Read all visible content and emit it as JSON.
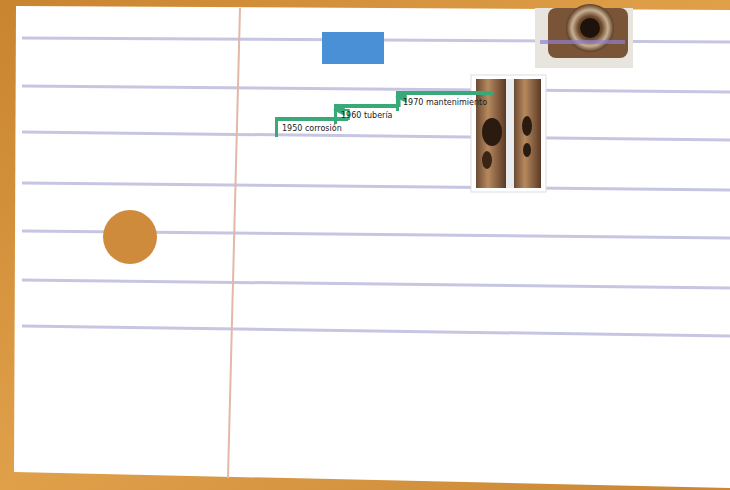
{
  "diagram": {
    "nodes": [
      {
        "text": [
          "1950 corrosión"
        ]
      },
      {
        "text": [
          "1960 tubería"
        ]
      },
      {
        "text": [
          "1970 mantenimiento"
        ]
      }
    ],
    "edges": [
      {
        "from": 0,
        "to": 1,
        "arrow": "to"
      },
      {
        "from": 1,
        "to": 2,
        "arrow": "to"
      }
    ]
  }
}
